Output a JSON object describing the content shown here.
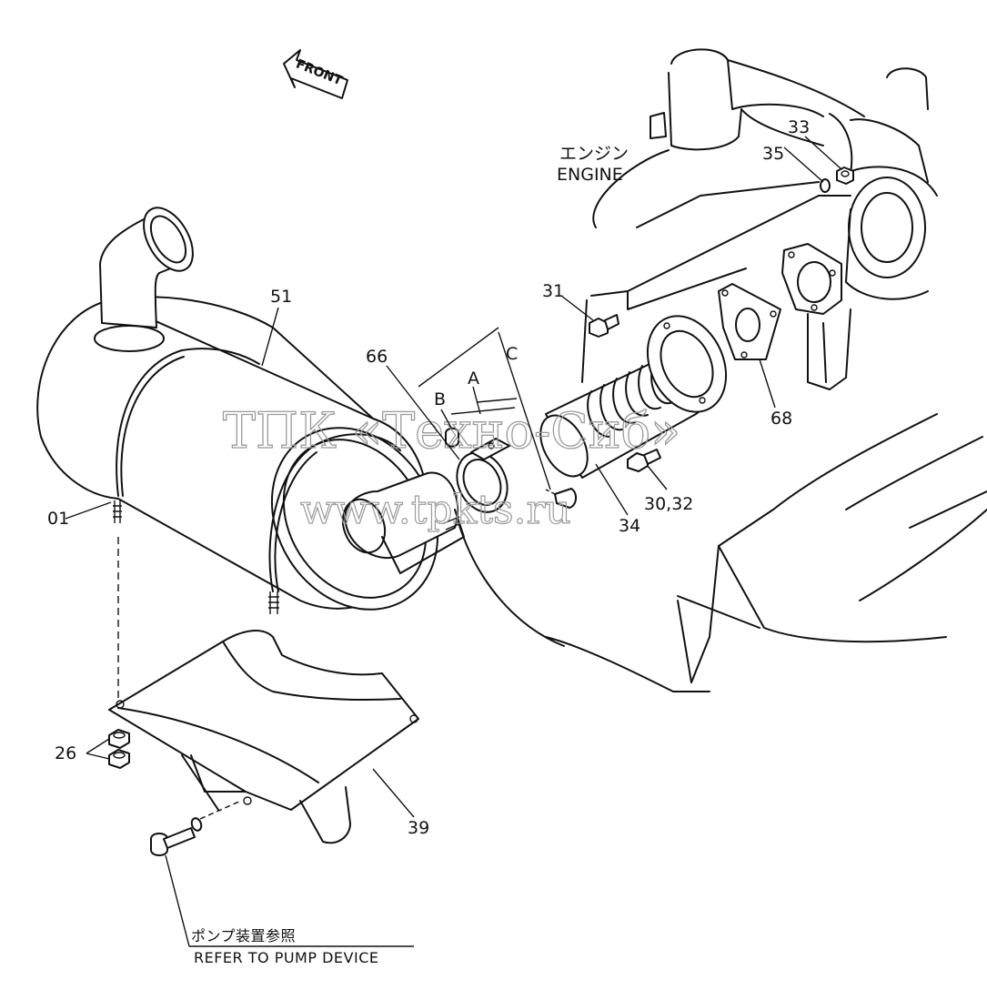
{
  "front_arrow": {
    "label": "FRONT"
  },
  "engine": {
    "label_jp": "エンジン",
    "label_en": "ENGINE"
  },
  "parts": {
    "p01": "01",
    "p26": "26",
    "p30_32": "30,32",
    "p31": "31",
    "p33": "33",
    "p34": "34",
    "p35": "35",
    "p39": "39",
    "p51": "51",
    "p66": "66",
    "p68": "68"
  },
  "detail_labels": {
    "a": "A",
    "b": "B",
    "c": "C"
  },
  "reference_note": {
    "jp": "ポンプ装置参照",
    "en": "REFER TO PUMP DEVICE"
  },
  "watermark": {
    "line1": "ТПК «Техно-Сиб»",
    "line2": "www.tpkts.ru"
  }
}
